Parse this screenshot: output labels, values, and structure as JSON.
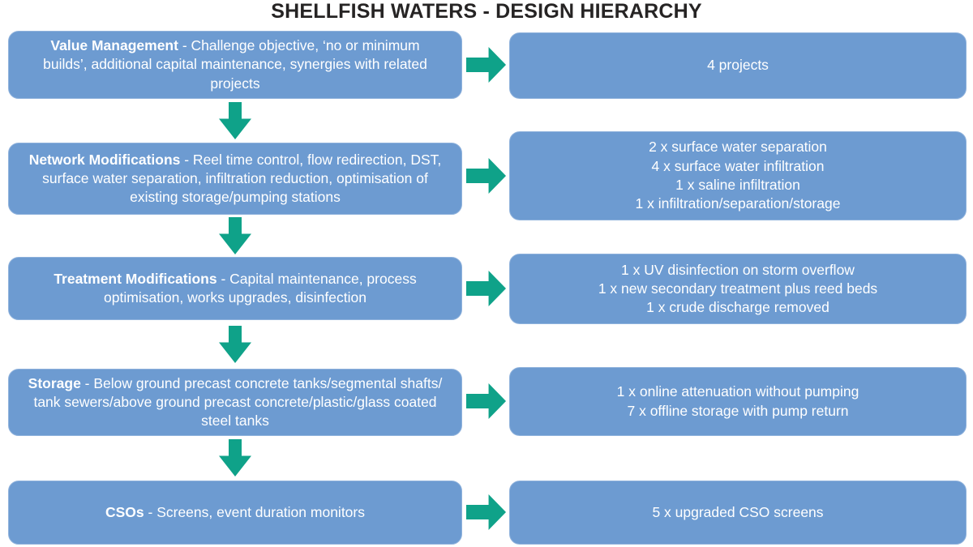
{
  "title": "SHELLFISH WATERS - DESIGN HIERARCHY",
  "colors": {
    "box_blue": "#6d9bd1",
    "box_border": "#8fb2dc",
    "arrow_green": "#0fa289",
    "title_color": "#262424",
    "box_text": "#ffffff"
  },
  "rows": [
    {
      "heading": "Value Management",
      "desc": " - Challenge objective, ‘no or minimum builds’, additional capital maintenance, synergies with related projects",
      "results": [
        "4 projects"
      ]
    },
    {
      "heading": "Network Modifications",
      "desc": " - Reel time control, flow redirection, DST, surface water separation, infiltration reduction, optimisation of existing storage/pumping stations",
      "results": [
        "2 x surface water separation",
        "4 x surface water infiltration",
        "1 x saline infiltration",
        "1 x infiltration/separation/storage"
      ]
    },
    {
      "heading": "Treatment Modifications",
      "desc": " - Capital maintenance, process optimisation, works upgrades, disinfection",
      "results": [
        "1 x UV disinfection on storm overflow",
        "1 x new secondary treatment plus reed beds",
        "1 x crude discharge removed"
      ]
    },
    {
      "heading": "Storage",
      "desc": " - Below ground precast concrete tanks/segmental shafts/ tank sewers/above ground precast concrete/plastic/glass coated steel tanks",
      "results": [
        "1 x online attenuation without pumping",
        "7 x offline storage with pump return"
      ]
    },
    {
      "heading": "CSOs",
      "desc": " - Screens, event duration monitors",
      "results": [
        "5 x upgraded CSO screens"
      ]
    }
  ]
}
